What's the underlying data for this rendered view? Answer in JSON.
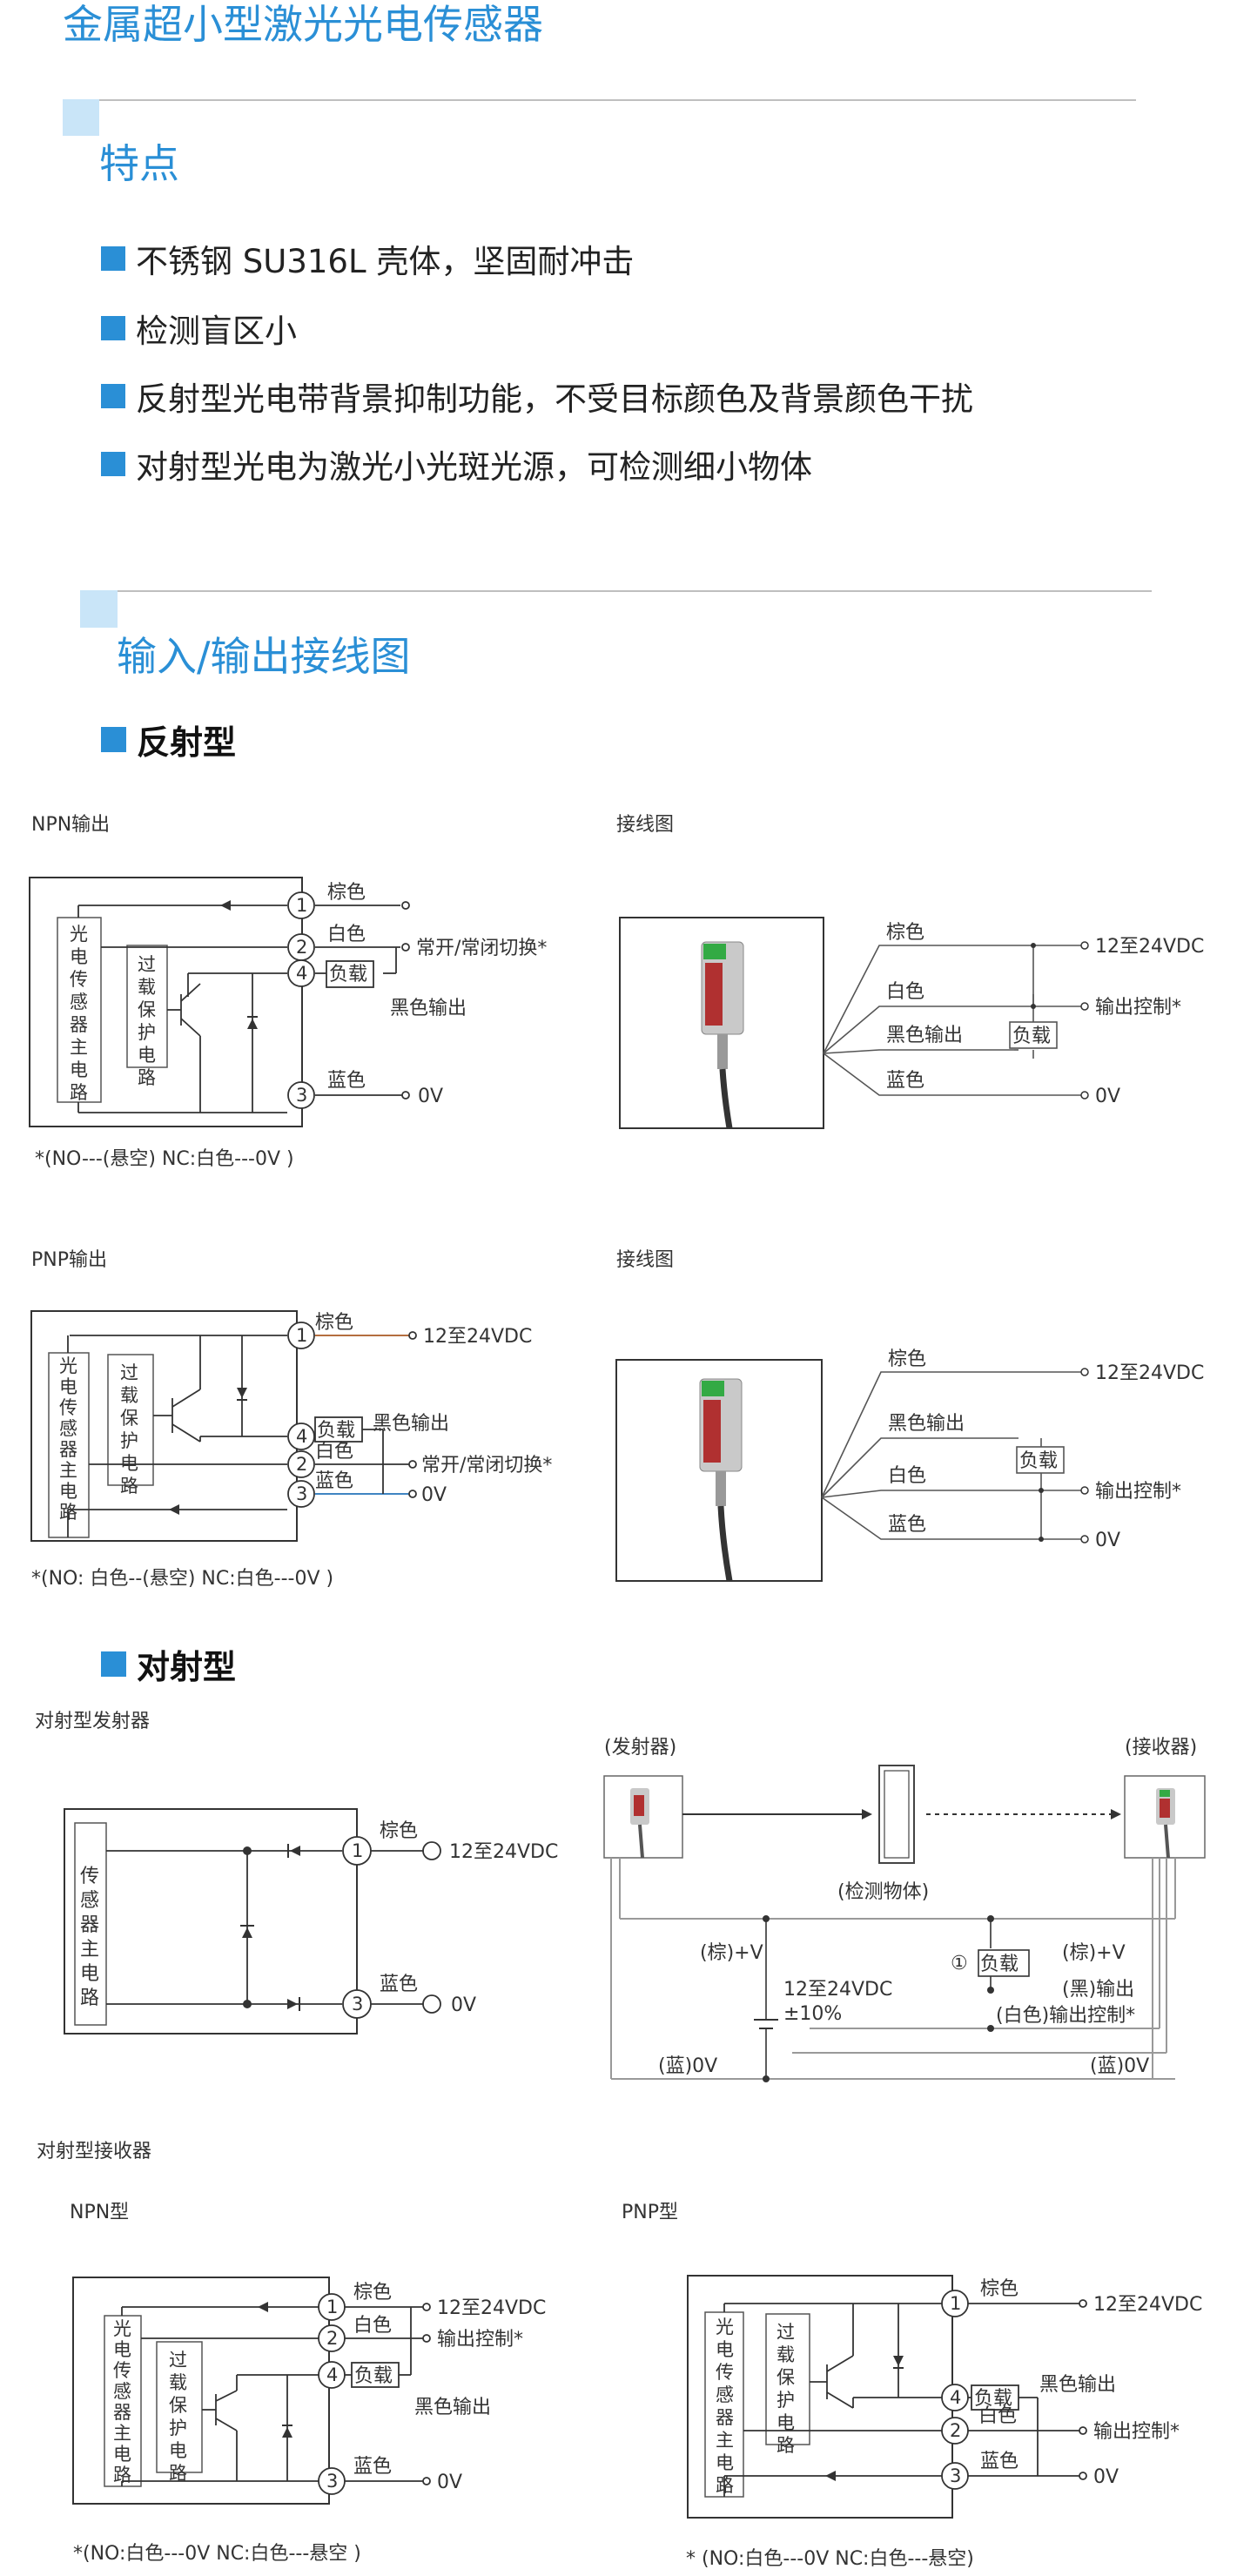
{
  "header": {
    "title": "金属超小型激光光电传感器"
  },
  "features": {
    "title": "特点",
    "items": [
      "不锈钢 SU316L 壳体，坚固耐冲击",
      "检测盲区小",
      "反射型光电带背景抑制功能，不受目标颜色及背景颜色干扰",
      "对射型光电为激光小光斑光源，可检测细小物体"
    ]
  },
  "wiring": {
    "title": "输入/输出接线图",
    "reflective": {
      "title": "反射型",
      "npn": {
        "title": "NPN输出",
        "circuit_main": "光电传感器主电路",
        "circuit_protect": "过载保护电路",
        "pins": [
          "1",
          "2",
          "4",
          "3"
        ],
        "wire_brown": "棕色",
        "wire_white": "白色",
        "wire_blue": "蓝色",
        "load": "负载",
        "black_out": "黑色输出",
        "switch_label": "常开/常闭切换*",
        "ov": "0V",
        "note": "*(NO---(悬空)  NC:白色---0V )"
      },
      "npn_wiring": {
        "title": "接线图",
        "brown": "棕色",
        "white": "白色",
        "black": "黑色输出",
        "blue": "蓝色",
        "load": "负载",
        "v": "12至24VDC",
        "out_ctrl": "输出控制*",
        "ov": "0V"
      },
      "pnp": {
        "title": "PNP输出",
        "circuit_main": "光电传感器主电路",
        "circuit_protect": "过载保护电路",
        "pins": [
          "1",
          "4",
          "2",
          "3"
        ],
        "wire_brown": "棕色",
        "wire_white": "白色",
        "wire_blue": "蓝色",
        "load": "负载",
        "black_out": "黑色输出",
        "v": "12至24VDC",
        "switch_label": "常开/常闭切换*",
        "ov": "0V",
        "note": "*(NO: 白色--(悬空)  NC:白色---0V )"
      },
      "pnp_wiring": {
        "title": "接线图",
        "brown": "棕色",
        "black": "黑色输出",
        "white": "白色",
        "blue": "蓝色",
        "load": "负载",
        "v": "12至24VDC",
        "out_ctrl": "输出控制*",
        "ov": "0V"
      }
    },
    "thru_beam": {
      "title": "对射型",
      "emitter": {
        "title": "对射型发射器",
        "circuit": "传感器主电路",
        "pins": [
          "1",
          "3"
        ],
        "brown": "棕色",
        "blue": "蓝色",
        "v": "12至24VDC",
        "ov": "0V"
      },
      "system": {
        "emitter_label": "(发射器)",
        "receiver_label": "(接收器)",
        "object_label": "(检测物体)",
        "brown_left": "(棕)+V",
        "brown_right": "(棕)+V",
        "supply": "12至24VDC",
        "tolerance": "±10%",
        "circle1": "①",
        "load": "负载",
        "black_out": "(黑)输出",
        "white_ctrl": "(白色)输出控制*",
        "blue_left": "(蓝)0V",
        "blue_right": "(蓝)0V"
      },
      "receiver_title": "对射型接收器",
      "npn": {
        "title": "NPN型",
        "circuit_main": "光电传感器主电路",
        "circuit_protect": "过载保护电路",
        "pins": [
          "1",
          "2",
          "4",
          "3"
        ],
        "brown": "棕色",
        "white": "白色",
        "blue": "蓝色",
        "load": "负载",
        "black_out": "黑色输出",
        "v": "12至24VDC",
        "out_ctrl": "输出控制*",
        "ov": "0V",
        "note": "*(NO:白色---0V  NC:白色---悬空 )"
      },
      "pnp": {
        "title": "PNP型",
        "circuit_main": "光电传感器主电路",
        "circuit_protect": "过载保护电路",
        "pins": [
          "1",
          "4",
          "2",
          "3"
        ],
        "brown": "棕色",
        "white": "白色",
        "blue": "蓝色",
        "load": "负载",
        "black_out": "黑色输出",
        "v": "12至24VDC",
        "out_ctrl": "输出控制*",
        "ov": "0V",
        "note": "* (NO:白色---0V  NC:白色---悬空)"
      }
    }
  },
  "colors": {
    "accent": "#2a8fd6",
    "accent_light": "#c9e5f8"
  }
}
